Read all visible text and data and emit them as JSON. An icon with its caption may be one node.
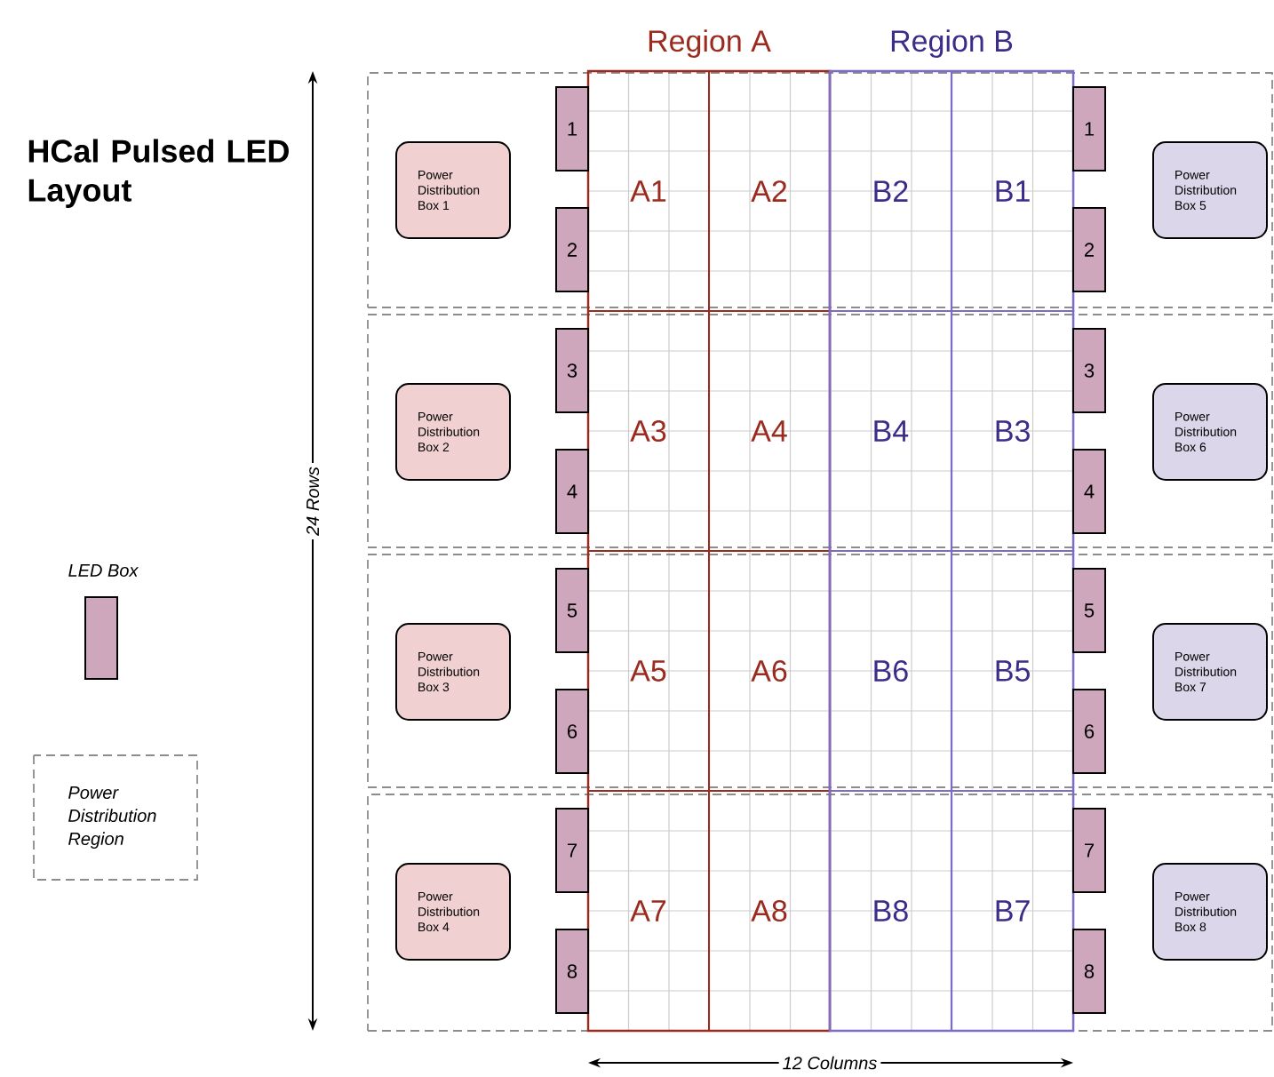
{
  "diagram": {
    "title": "HCal Pulsed LED Layout",
    "nodes": [
      {
        "text": [],
        "shape": "box"
      },
      {
        "text": [],
        "shape": "box"
      },
      {
        "text": [],
        "shape": "box"
      },
      {
        "text": [],
        "shape": "box"
      },
      {
        "text": [
          "Region A"
        ]
      },
      {
        "text": [
          "Region B"
        ]
      },
      {
        "text": [
          "A1"
        ]
      },
      {
        "text": [
          "A2"
        ]
      },
      {
        "text": [
          "A3"
        ]
      },
      {
        "text": [
          "A4"
        ]
      },
      {
        "text": [
          "A5"
        ]
      },
      {
        "text": [
          "A6"
        ]
      },
      {
        "text": [
          "A7"
        ]
      },
      {
        "text": [
          "A8"
        ]
      },
      {
        "text": [
          "B2"
        ]
      },
      {
        "text": [
          "B1"
        ]
      },
      {
        "text": [
          "B4"
        ]
      },
      {
        "text": [
          "B3"
        ]
      },
      {
        "text": [
          "B6"
        ]
      },
      {
        "text": [
          "B5"
        ]
      },
      {
        "text": [
          "B8"
        ]
      },
      {
        "text": [
          "B7"
        ]
      },
      {
        "text": [
          "Power Distribution Box 1"
        ],
        "in": 0
      },
      {
        "text": [
          "Power Distribution Box 2"
        ],
        "in": 1
      },
      {
        "text": [
          "Power Distribution Box 3"
        ],
        "in": 2
      },
      {
        "text": [
          "Power Distribution Box 4"
        ],
        "in": 3
      },
      {
        "text": [
          "Power Distribution Box 5"
        ],
        "in": 0
      },
      {
        "text": [
          "Power Distribution Box 6"
        ],
        "in": 1
      },
      {
        "text": [
          "Power Distribution Box 7"
        ],
        "in": 2
      },
      {
        "text": [
          "Power Distribution Box 8"
        ],
        "in": 3
      },
      {
        "text": [
          "1"
        ],
        "in": 0
      },
      {
        "text": [
          "2"
        ],
        "in": 0
      },
      {
        "text": [
          "3"
        ],
        "in": 1
      },
      {
        "text": [
          "4"
        ],
        "in": 1
      },
      {
        "text": [
          "5"
        ],
        "in": 2
      },
      {
        "text": [
          "6"
        ],
        "in": 2
      },
      {
        "text": [
          "7"
        ],
        "in": 3
      },
      {
        "text": [
          "8"
        ],
        "in": 3
      },
      {
        "text": [
          "1"
        ],
        "in": 0
      },
      {
        "text": [
          "2"
        ],
        "in": 0
      },
      {
        "text": [
          "3"
        ],
        "in": 1
      },
      {
        "text": [
          "4"
        ],
        "in": 1
      },
      {
        "text": [
          "5"
        ],
        "in": 2
      },
      {
        "text": [
          "6"
        ],
        "in": 2
      },
      {
        "text": [
          "7"
        ],
        "in": 3
      },
      {
        "text": [
          "8"
        ],
        "in": 3
      }
    ],
    "labels": [
      "24 Rows",
      "12 Columns"
    ],
    "legend": [
      {
        "text": "LED Box"
      },
      {
        "text": "Power Distribution Region"
      }
    ]
  }
}
